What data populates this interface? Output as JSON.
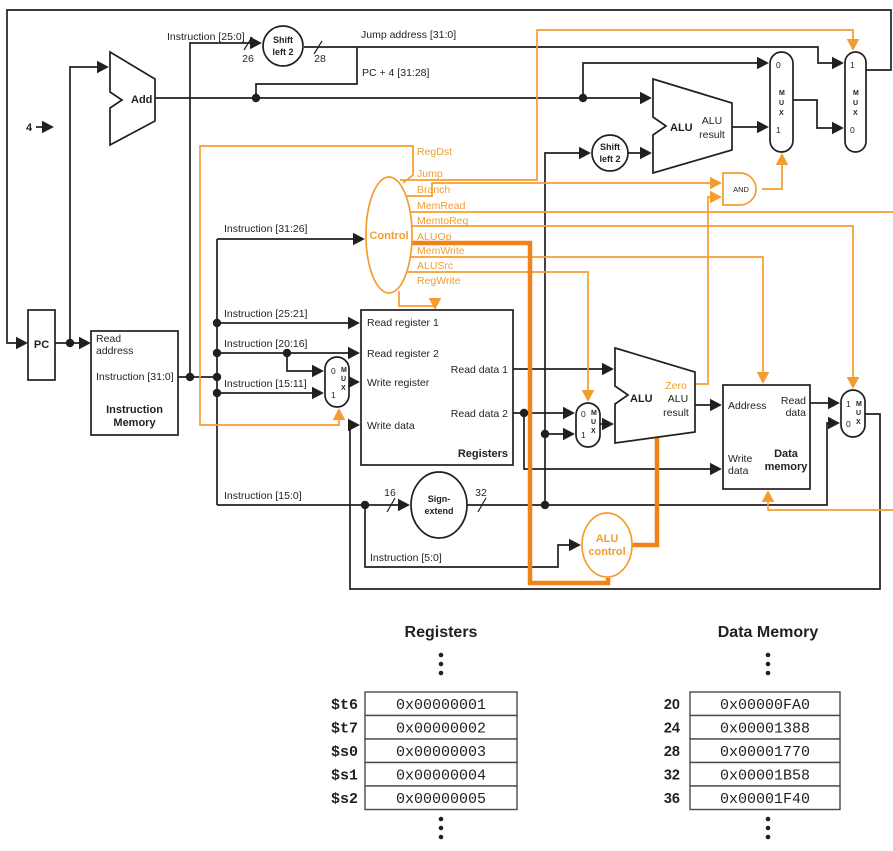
{
  "colors": {
    "ink": "#231f20",
    "accent": "#F49D2E",
    "accent_deep": "#EF8318"
  },
  "labels": {
    "instruction_25_0": "Instruction [25:0]",
    "width_26": "26",
    "width_28": "28",
    "width_16": "16",
    "width_32": "32",
    "shift_line1": "Shift",
    "shift_line2": "left 2",
    "jump_address": "Jump address [31:0]",
    "pc_plus_4": "PC + 4 [31:28]",
    "add": "Add",
    "four": "4",
    "pc": "PC",
    "read": "Read",
    "address_lc": "address",
    "instruction_31_0": "Instruction [31:0]",
    "instruction_memory_1": "Instruction",
    "instruction_memory_2": "Memory",
    "instruction_31_26": "Instruction [31:26]",
    "instruction_25_21": "Instruction [25:21]",
    "instruction_20_16": "Instruction [20:16]",
    "instruction_15_11": "Instruction [15:11]",
    "instruction_15_0": "Instruction [15:0]",
    "instruction_5_0": "Instruction [5:0]",
    "read_register_1": "Read register 1",
    "read_register_2": "Read register 2",
    "write_register": "Write register",
    "write_data": "Write data",
    "read_data_1": "Read data 1",
    "read_data_2": "Read data 2",
    "registers": "Registers",
    "sign_line1": "Sign-",
    "sign_line2": "extend",
    "alu": "ALU",
    "result": "result",
    "zero": "Zero",
    "and": "AND",
    "address_port": "Address",
    "data_lc": "data",
    "write": "Write",
    "data_memory_1": "Data",
    "data_memory_2": "memory",
    "control": "Control",
    "alu_control_1": "ALU",
    "alu_control_2": "control"
  },
  "mux": {
    "m": "M",
    "u": "U",
    "x": "X",
    "zero": "0",
    "one": "1"
  },
  "control_signals": [
    "RegDst",
    "Jump",
    "Branch",
    "MemRead",
    "MemtoReg",
    "ALUOp",
    "MemWrite",
    "ALUSrc",
    "RegWrite"
  ],
  "registers_panel": {
    "title": "Registers",
    "rows": [
      {
        "name": "$t6",
        "value": "0x00000001"
      },
      {
        "name": "$t7",
        "value": "0x00000002"
      },
      {
        "name": "$s0",
        "value": "0x00000003"
      },
      {
        "name": "$s1",
        "value": "0x00000004"
      },
      {
        "name": "$s2",
        "value": "0x00000005"
      }
    ]
  },
  "memory_panel": {
    "title": "Data Memory",
    "rows": [
      {
        "addr": "20",
        "value": "0x00000FA0"
      },
      {
        "addr": "24",
        "value": "0x00001388"
      },
      {
        "addr": "28",
        "value": "0x00001770"
      },
      {
        "addr": "32",
        "value": "0x00001B58"
      },
      {
        "addr": "36",
        "value": "0x00001F40"
      }
    ]
  }
}
